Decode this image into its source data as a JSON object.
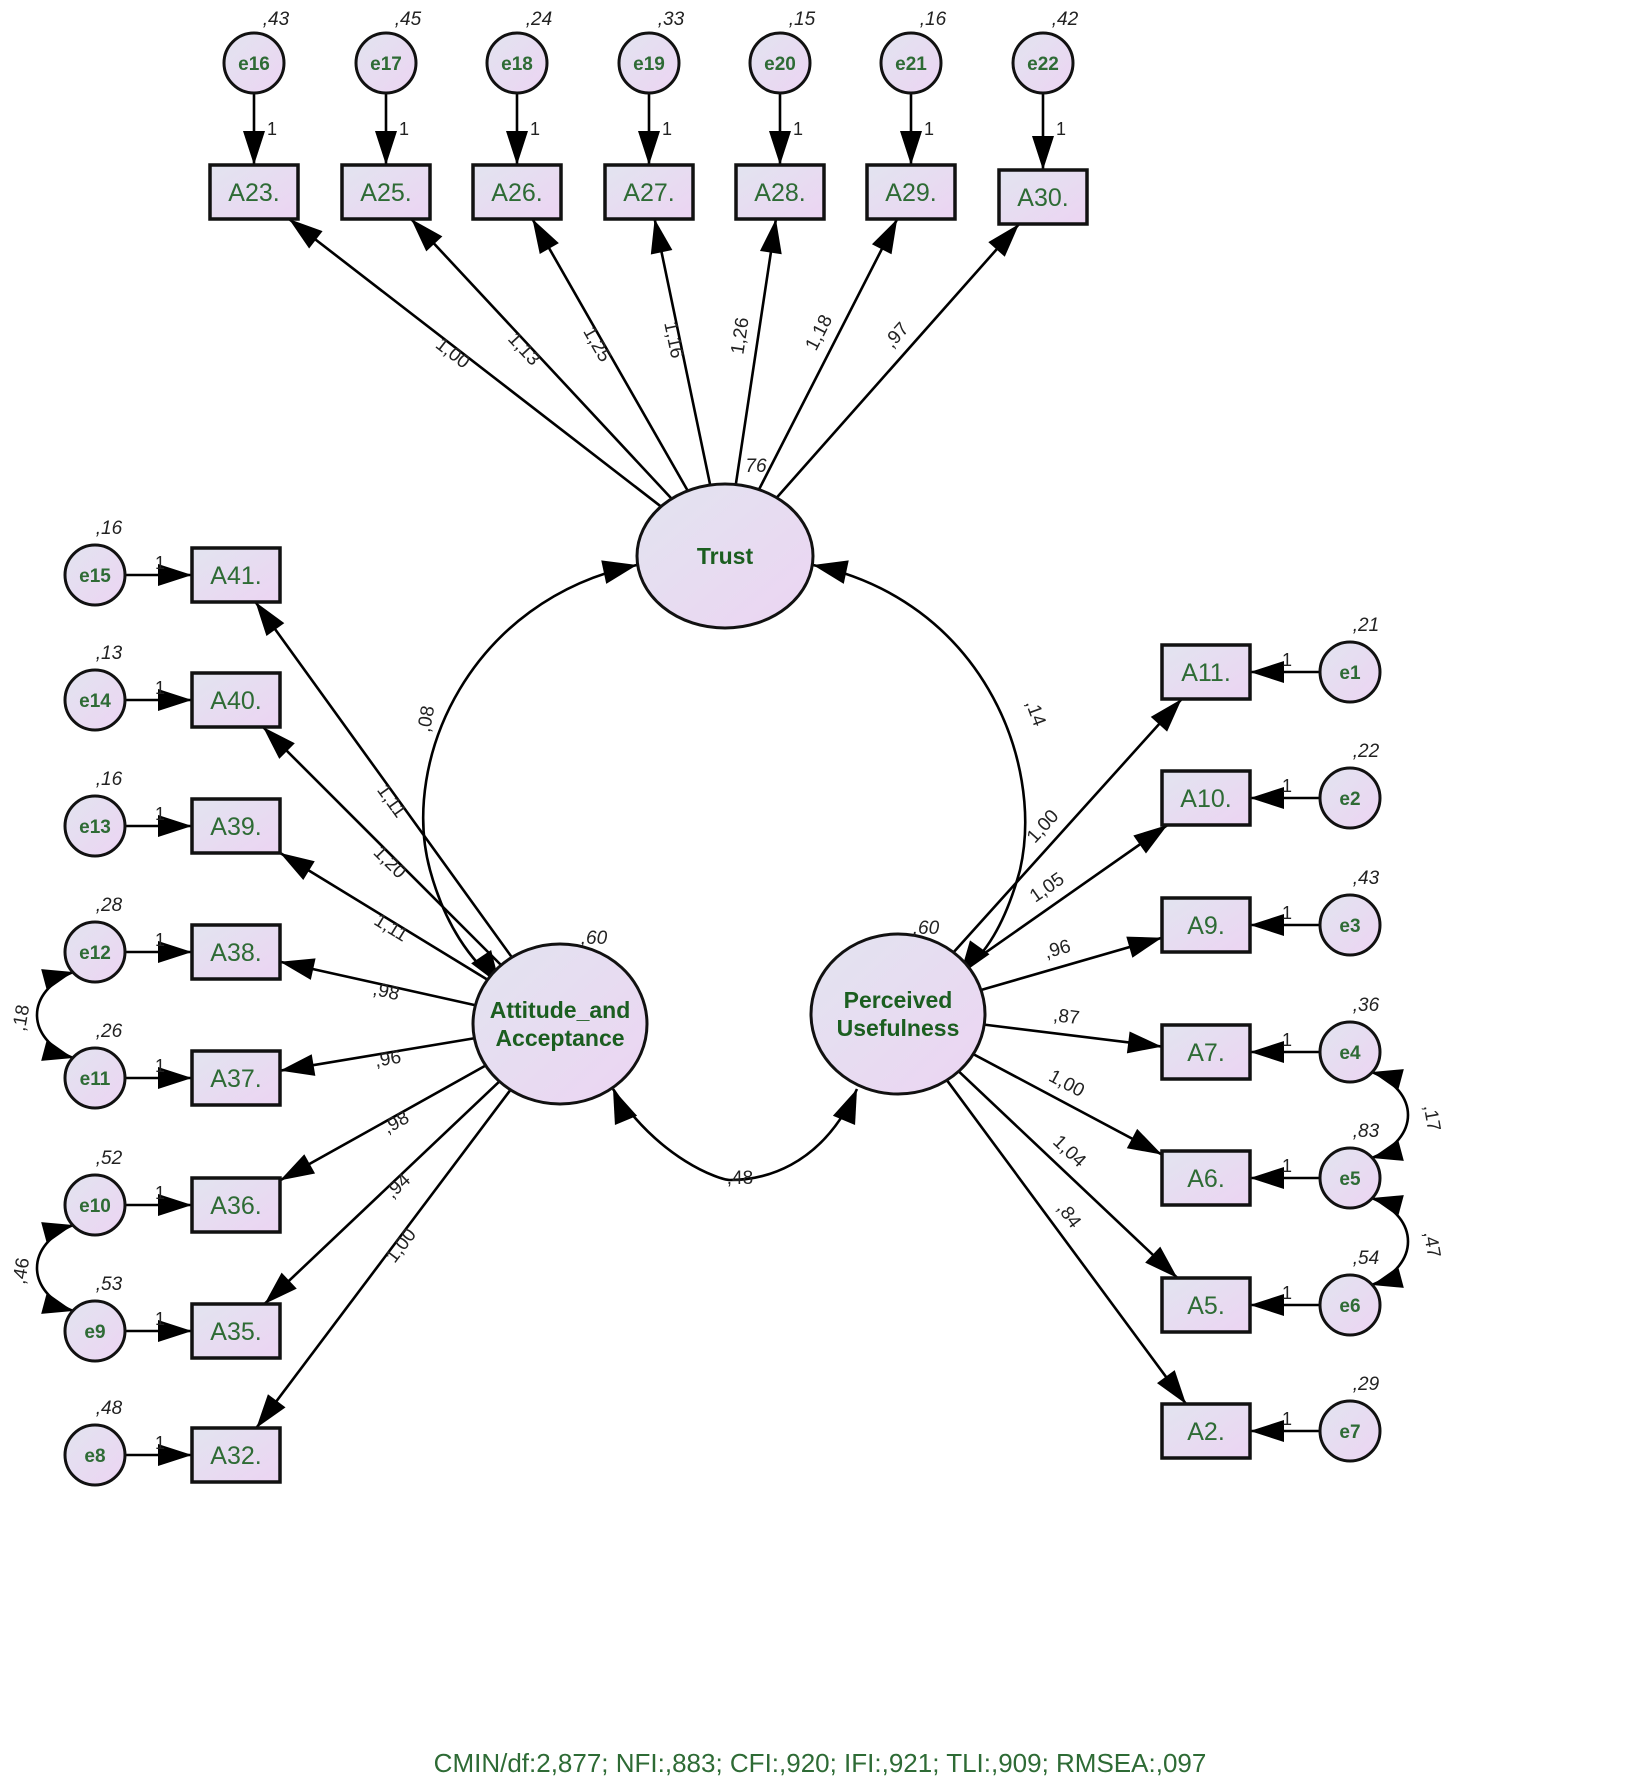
{
  "colors": {
    "node_fill_start": "#e2e4f0",
    "node_fill_end": "#ecd4f2",
    "label_green": "#2e6b35",
    "latent_label": "#1b5e20",
    "stroke": "#000000"
  },
  "latents": [
    {
      "id": "trust",
      "label_lines": [
        "Trust"
      ],
      "variance": "76"
    },
    {
      "id": "aa",
      "label_lines": [
        "Attitude_and",
        "Acceptance"
      ],
      "variance": ",60"
    },
    {
      "id": "pu",
      "label_lines": [
        "Perceived",
        "Usefulness"
      ],
      "variance": ",60"
    }
  ],
  "observed": [
    {
      "id": "A23",
      "label": "A23.",
      "factor": "trust",
      "loading": "1,00",
      "error": "e16",
      "error_variance": ",43",
      "error_path": "1"
    },
    {
      "id": "A25",
      "label": "A25.",
      "factor": "trust",
      "loading": "1,13",
      "error": "e17",
      "error_variance": ",45",
      "error_path": "1"
    },
    {
      "id": "A26",
      "label": "A26.",
      "factor": "trust",
      "loading": "1,25",
      "error": "e18",
      "error_variance": ",24",
      "error_path": "1"
    },
    {
      "id": "A27",
      "label": "A27.",
      "factor": "trust",
      "loading": "1,16",
      "error": "e19",
      "error_variance": ",33",
      "error_path": "1"
    },
    {
      "id": "A28",
      "label": "A28.",
      "factor": "trust",
      "loading": "1,26",
      "error": "e20",
      "error_variance": ",15",
      "error_path": "1"
    },
    {
      "id": "A29",
      "label": "A29.",
      "factor": "trust",
      "loading": "1,18",
      "error": "e21",
      "error_variance": ",16",
      "error_path": "1"
    },
    {
      "id": "A30",
      "label": "A30.",
      "factor": "trust",
      "loading": ",97",
      "error": "e22",
      "error_variance": ",42",
      "error_path": "1"
    },
    {
      "id": "A41",
      "label": "A41.",
      "factor": "aa",
      "loading": "1,11",
      "error": "e15",
      "error_variance": ",16",
      "error_path": "1"
    },
    {
      "id": "A40",
      "label": "A40.",
      "factor": "aa",
      "loading": "1,20",
      "error": "e14",
      "error_variance": ",13",
      "error_path": "1"
    },
    {
      "id": "A39",
      "label": "A39.",
      "factor": "aa",
      "loading": "1,11",
      "error": "e13",
      "error_variance": ",16",
      "error_path": "1"
    },
    {
      "id": "A38",
      "label": "A38.",
      "factor": "aa",
      "loading": ",98",
      "error": "e12",
      "error_variance": ",28",
      "error_path": "1"
    },
    {
      "id": "A37",
      "label": "A37.",
      "factor": "aa",
      "loading": ",96",
      "error": "e11",
      "error_variance": ",26",
      "error_path": "1"
    },
    {
      "id": "A36",
      "label": "A36.",
      "factor": "aa",
      "loading": ",98",
      "error": "e10",
      "error_variance": ",52",
      "error_path": "1"
    },
    {
      "id": "A35",
      "label": "A35.",
      "factor": "aa",
      "loading": ",94",
      "error": "e9",
      "error_variance": ",53",
      "error_path": "1"
    },
    {
      "id": "A32",
      "label": "A32.",
      "factor": "aa",
      "loading": "1,00",
      "error": "e8",
      "error_variance": ",48",
      "error_path": "1"
    },
    {
      "id": "A11",
      "label": "A11.",
      "factor": "pu",
      "loading": "1,00",
      "error": "e1",
      "error_variance": ",21",
      "error_path": "1"
    },
    {
      "id": "A10",
      "label": "A10.",
      "factor": "pu",
      "loading": "1,05",
      "error": "e2",
      "error_variance": ",22",
      "error_path": "1"
    },
    {
      "id": "A9",
      "label": "A9.",
      "factor": "pu",
      "loading": ",96",
      "error": "e3",
      "error_variance": ",43",
      "error_path": "1"
    },
    {
      "id": "A7",
      "label": "A7.",
      "factor": "pu",
      "loading": ",87",
      "error": "e4",
      "error_variance": ",36",
      "error_path": "1"
    },
    {
      "id": "A6",
      "label": "A6.",
      "factor": "pu",
      "loading": "1,00",
      "error": "e5",
      "error_variance": ",83",
      "error_path": "1"
    },
    {
      "id": "A5",
      "label": "A5.",
      "factor": "pu",
      "loading": "1,04",
      "error": "e6",
      "error_variance": ",54",
      "error_path": "1"
    },
    {
      "id": "A2",
      "label": "A2.",
      "factor": "pu",
      "loading": ",84",
      "error": "e7",
      "error_variance": ",29",
      "error_path": "1"
    }
  ],
  "factor_covariances": [
    {
      "from": "trust",
      "to": "aa",
      "value": ",08"
    },
    {
      "from": "trust",
      "to": "pu",
      "value": ",14"
    },
    {
      "from": "aa",
      "to": "pu",
      "value": ",48"
    }
  ],
  "error_covariances": [
    {
      "from": "e12",
      "to": "e11",
      "value": ",18"
    },
    {
      "from": "e10",
      "to": "e9",
      "value": ",46"
    },
    {
      "from": "e4",
      "to": "e5",
      "value": ",17"
    },
    {
      "from": "e5",
      "to": "e6",
      "value": ",47"
    }
  ],
  "fit_indices": {
    "text": "CMIN/df:2,877; NFI:,883; CFI:,920; IFI:,921; TLI:,909; RMSEA:,097",
    "CMIN_df": "2,877",
    "NFI": ",883",
    "CFI": ",920",
    "IFI": ",921",
    "TLI": ",909",
    "RMSEA": ",097"
  }
}
